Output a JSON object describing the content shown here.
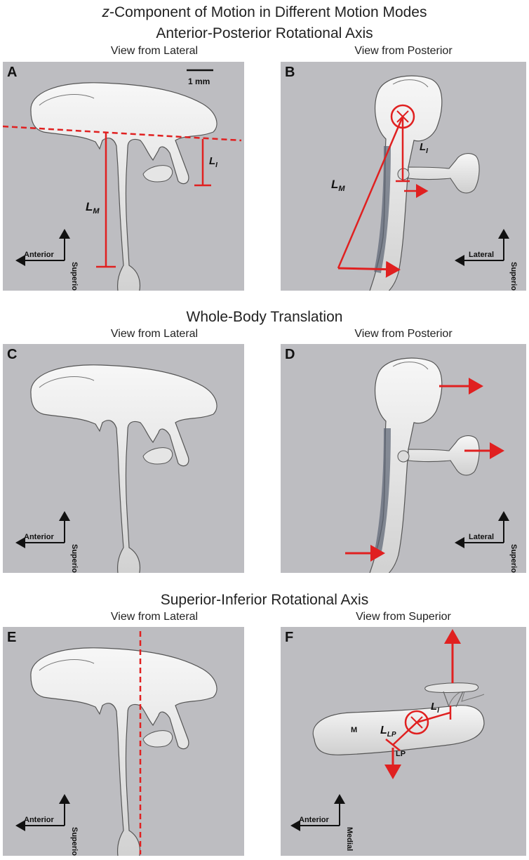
{
  "figure": {
    "title_prefix": "z",
    "title_rest": "-Component of Motion in Different Motion Modes",
    "sections": {
      "ap": "Anterior-Posterior Rotational Axis",
      "wbt": "Whole-Body Translation",
      "si": "Superior-Inferior Rotational Axis"
    },
    "views": {
      "lateral": "View from Lateral",
      "posterior": "View from Posterior",
      "superior": "View from Superior"
    }
  },
  "panels": {
    "A": {
      "label": "A",
      "scale": "1 mm",
      "lm": "L",
      "lm_sub": "M",
      "li": "L",
      "li_sub": "I",
      "ax_h": "Anterior",
      "ax_v": "Superior"
    },
    "B": {
      "label": "B",
      "lm": "L",
      "lm_sub": "M",
      "li": "L",
      "li_sub": "I",
      "ax_h": "Lateral",
      "ax_v": "Superior"
    },
    "C": {
      "label": "C",
      "ax_h": "Anterior",
      "ax_v": "Superior"
    },
    "D": {
      "label": "D",
      "ax_h": "Lateral",
      "ax_v": "Superior"
    },
    "E": {
      "label": "E",
      "ax_h": "Anterior",
      "ax_v": "Superior"
    },
    "F": {
      "label": "F",
      "m": "M",
      "lp": "LP",
      "llp": "L",
      "llp_sub": "LP",
      "li": "L",
      "li_sub": "I",
      "ax_h": "Anterior",
      "ax_v": "Medial"
    }
  },
  "colors": {
    "panel_bg": "#bdbdc1",
    "annotation_red": "#e02020",
    "bone": "#ededed"
  }
}
